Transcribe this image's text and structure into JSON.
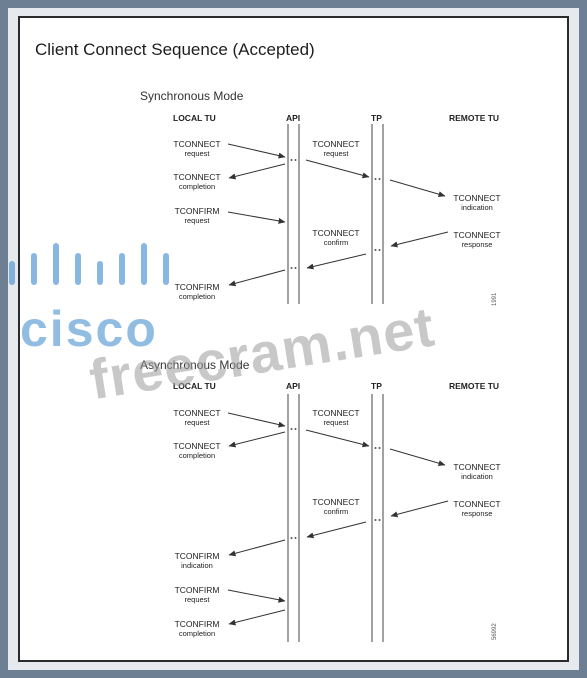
{
  "title": "Client Connect Sequence (Accepted)",
  "columns": [
    "LOCAL TU",
    "API",
    "TP",
    "REMOTE TU"
  ],
  "sync": {
    "mode_label": "Synchronous Mode",
    "fig_id": "1991",
    "labels": [
      {
        "main": "TCONNECT",
        "sub": "request"
      },
      {
        "main": "TCONNECT",
        "sub": "completion"
      },
      {
        "main": "TCONFIRM",
        "sub": "request"
      },
      {
        "main": "TCONFIRM",
        "sub": "completion"
      },
      {
        "main": "TCONNECT",
        "sub": "request"
      },
      {
        "main": "TCONNECT",
        "sub": "confirm"
      },
      {
        "main": "TCONNECT",
        "sub": "indication"
      },
      {
        "main": "TCONNECT",
        "sub": "response"
      }
    ]
  },
  "async": {
    "mode_label": "Asynchronous Mode",
    "fig_id": "56992",
    "labels": [
      {
        "main": "TCONNECT",
        "sub": "request"
      },
      {
        "main": "TCONNECT",
        "sub": "completion"
      },
      {
        "main": "TCONFIRM",
        "sub": "indication"
      },
      {
        "main": "TCONFIRM",
        "sub": "request"
      },
      {
        "main": "TCONFIRM",
        "sub": "completion"
      },
      {
        "main": "TCONNECT",
        "sub": "request"
      },
      {
        "main": "TCONNECT",
        "sub": "confirm"
      },
      {
        "main": "TCONNECT",
        "sub": "indication"
      },
      {
        "main": "TCONNECT",
        "sub": "response"
      }
    ]
  },
  "watermarks": {
    "logo": "cisco",
    "site": "freecram.net"
  }
}
